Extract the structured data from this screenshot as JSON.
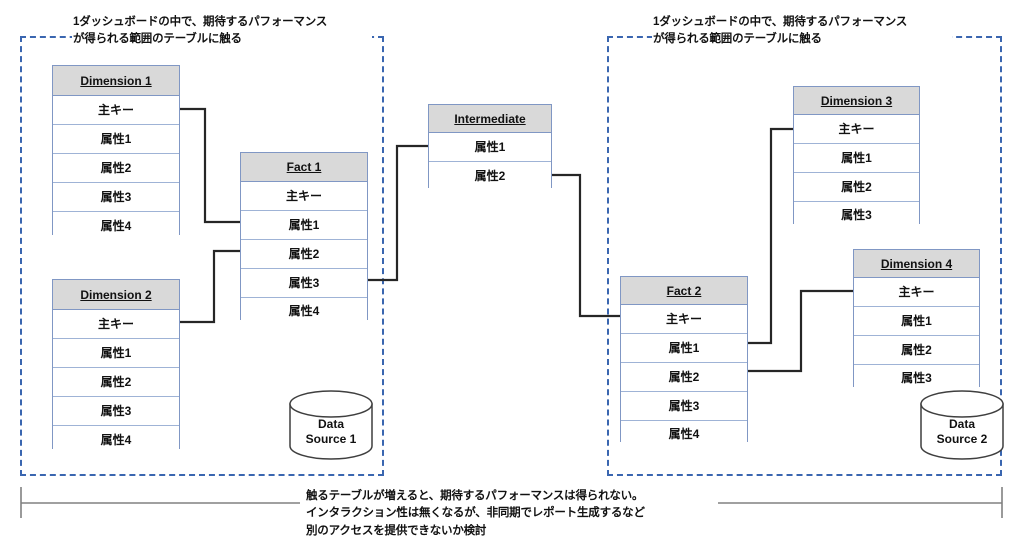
{
  "diagram": {
    "scopes": [
      {
        "name": "left-dashboard-scope",
        "caption": "1ダッシュボードの中で、期待するパフォーマンス\nが得られる範囲のテーブルに触る"
      },
      {
        "name": "right-dashboard-scope",
        "caption": "1ダッシュボードの中で、期待するパフォーマンス\nが得られる範囲のテーブルに触る"
      }
    ],
    "tables": [
      {
        "id": "dimension1",
        "title": "Dimension 1",
        "rows": [
          "主キー",
          "属性1",
          "属性2",
          "属性3",
          "属性4"
        ]
      },
      {
        "id": "dimension2",
        "title": "Dimension 2",
        "rows": [
          "主キー",
          "属性1",
          "属性2",
          "属性3",
          "属性4"
        ]
      },
      {
        "id": "fact1",
        "title": "Fact 1",
        "rows": [
          "主キー",
          "属性1",
          "属性2",
          "属性3",
          "属性4"
        ]
      },
      {
        "id": "intermediate",
        "title": "Intermediate",
        "rows": [
          "属性1",
          "属性2"
        ]
      },
      {
        "id": "dimension3",
        "title": "Dimension 3",
        "rows": [
          "主キー",
          "属性1",
          "属性2",
          "属性3"
        ]
      },
      {
        "id": "dimension4",
        "title": "Dimension 4",
        "rows": [
          "主キー",
          "属性1",
          "属性2",
          "属性3"
        ]
      },
      {
        "id": "fact2",
        "title": "Fact 2",
        "rows": [
          "主キー",
          "属性1",
          "属性2",
          "属性3",
          "属性4"
        ]
      }
    ],
    "data_sources": [
      {
        "id": "ds1",
        "label": "Data\nSource 1"
      },
      {
        "id": "ds2",
        "label": "Data\nSource 2"
      }
    ],
    "bottom_note": "触るテーブルが増えると、期待するパフォーマンスは得られない。\nインタラクション性は無くなるが、非同期でレポート生成するなど\n別のアクセスを提供できないか検討",
    "colors": {
      "scope_border": "#3a66b0",
      "table_border": "#8097c4",
      "table_header_fill": "#d9d9d9",
      "connector": "#262626",
      "bracket": "#808080",
      "text": "#111111"
    }
  }
}
